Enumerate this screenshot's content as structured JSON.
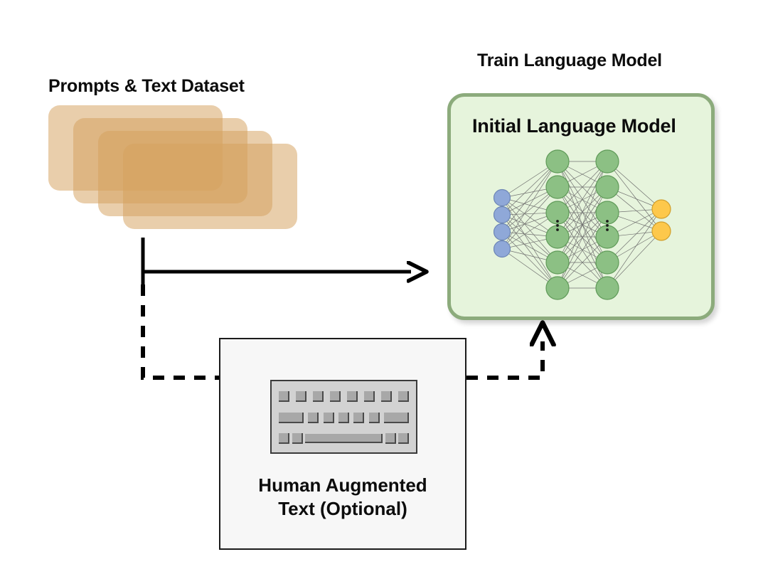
{
  "diagram": {
    "title_prompts_dataset": "Prompts & Text Dataset",
    "title_train_language_model": "Train Language Model",
    "title_initial_language_model": "Initial Language Model",
    "human_caption_line1": "Human Augmented",
    "human_caption_line2": "Text (Optional)"
  },
  "colors": {
    "background": "#ffffff",
    "dataset_card": "rgba(213,161,94,0.52)",
    "model_panel_fill": "#e6f4dc",
    "model_panel_border": "#8cab7c",
    "input_node": "#8fa8d8",
    "input_node_border": "#6c85b5",
    "hidden_node": "#8cc084",
    "hidden_node_border": "#5f9a58",
    "output_node": "#fdc84b",
    "output_node_border": "#d19f2c",
    "edge": "#6b6b6b",
    "arrow_solid": "#000000",
    "arrow_dashed": "#000000",
    "human_box_fill": "#f7f7f7",
    "human_box_border": "#1b1b1b",
    "keyboard_body": "#d2d2d2",
    "keyboard_key": "#a8a8a8",
    "text": "#0c0c0c"
  },
  "dataset_stack": {
    "card_count": 4,
    "cards": [
      "card-1",
      "card-2",
      "card-3",
      "card-4"
    ]
  },
  "neural_network": {
    "layers": [
      {
        "name": "input",
        "node_count": 4,
        "color": "#8fa8d8",
        "visible_nodes": 4
      },
      {
        "name": "hidden-1",
        "node_count": 6,
        "color": "#8cc084",
        "visible_nodes": 6,
        "ellipsis": true
      },
      {
        "name": "hidden-2",
        "node_count": 6,
        "color": "#8cc084",
        "visible_nodes": 6,
        "ellipsis": true
      },
      {
        "name": "output",
        "node_count": 2,
        "color": "#fdc84b",
        "visible_nodes": 2
      }
    ],
    "ellipsis_glyph": "⋮"
  },
  "keyboard": {
    "rows": [
      {
        "name": "row-1",
        "keys": [
          "sm",
          "sm",
          "sm",
          "sm",
          "sm",
          "sm",
          "sm",
          "sm"
        ]
      },
      {
        "name": "row-2",
        "keys": [
          "wide",
          "sm",
          "sm",
          "sm",
          "sm",
          "sm",
          "wide"
        ]
      },
      {
        "name": "row-3",
        "keys": [
          "sm",
          "sm",
          "space",
          "sm",
          "sm"
        ]
      }
    ]
  },
  "connectors": [
    {
      "name": "dataset-to-model-arrow",
      "style": "solid",
      "label": ""
    },
    {
      "name": "dataset-to-human-text",
      "style": "dashed",
      "label": ""
    },
    {
      "name": "human-text-to-model-arrow",
      "style": "dashed",
      "label": ""
    }
  ]
}
